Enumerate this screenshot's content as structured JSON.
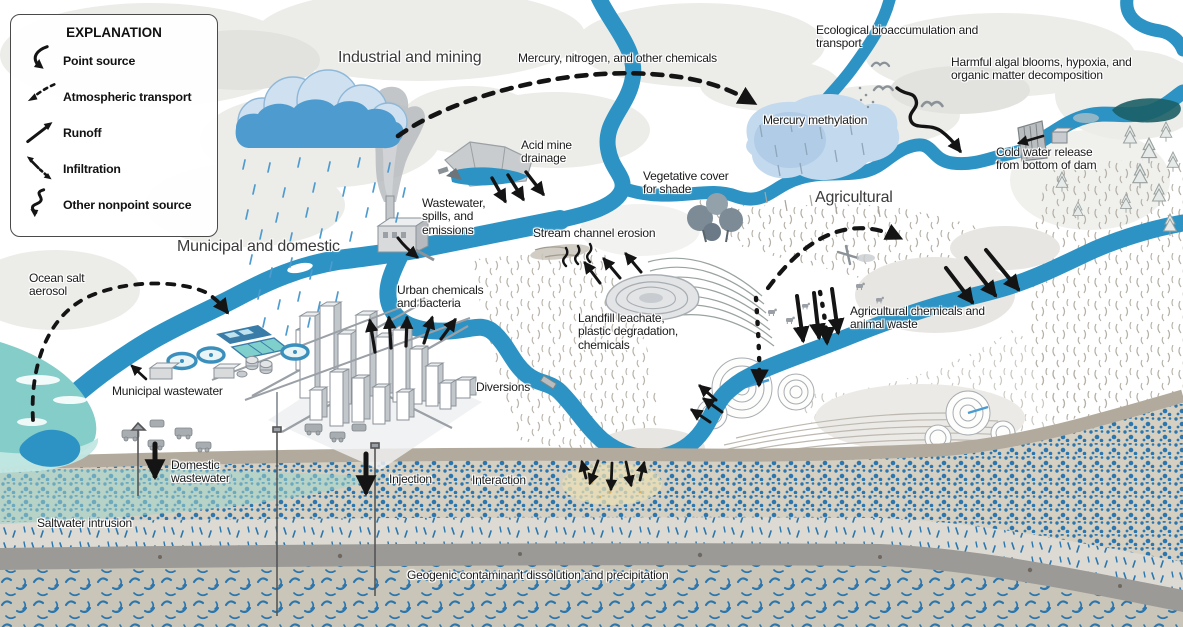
{
  "legend": {
    "title": "EXPLANATION",
    "items": [
      {
        "icon": "point-source-arrow-icon",
        "label": "Point source"
      },
      {
        "icon": "atmospheric-transport-arrow-icon",
        "label": "Atmospheric transport"
      },
      {
        "icon": "runoff-arrow-icon",
        "label": "Runoff"
      },
      {
        "icon": "infiltration-arrow-icon",
        "label": "Infiltration"
      },
      {
        "icon": "other-nonpoint-source-arrow-icon",
        "label": "Other nonpoint source"
      }
    ]
  },
  "region_labels": {
    "industrial_mining": "Industrial and mining",
    "municipal_domestic": "Municipal and domestic",
    "agricultural": "Agricultural"
  },
  "labels": {
    "mercury_nitrogen": "Mercury, nitrogen, and other chemicals",
    "ecological": "Ecological bioaccumulation and transport",
    "harmful_algal": "Harmful algal blooms, hypoxia, and organic matter decomposition",
    "mercury_methylation": "Mercury methylation",
    "cold_water": "Cold water release from bottom of dam",
    "acid_mine": "Acid mine drainage",
    "vegetative_cover": "Vegetative cover for shade",
    "wastewater_spills": "Wastewater, spills, and emissions",
    "stream_erosion": "Stream channel erosion",
    "ocean_salt": "Ocean salt aerosol",
    "urban_chemicals": "Urban chemicals and bacteria",
    "municipal_wastewater": "Municipal wastewater",
    "landfill": "Landfill leachate, plastic degradation, chemicals",
    "ag_chemicals": "Agricultural chemicals and animal waste",
    "diversions": "Diversions",
    "domestic_wastewater": "Domestic wastewater",
    "saltwater_intrusion": "Saltwater intrusion",
    "injection": "Injection",
    "interaction": "Interaction",
    "geogenic": "Geogenic contaminant dissolution and precipitation"
  },
  "colors": {
    "river": "#2C93C4",
    "ocean": "#85CDC9",
    "rain_cloud": "#4E9BCF",
    "mercury_cloud": "#C3D9EE",
    "arrow": "#141414",
    "aquifer_speckle": "#2B76AE",
    "topsoil": "#B2AA9C",
    "confining_layer": "#9B9A96",
    "algal_bloom": "#1B5F66"
  }
}
